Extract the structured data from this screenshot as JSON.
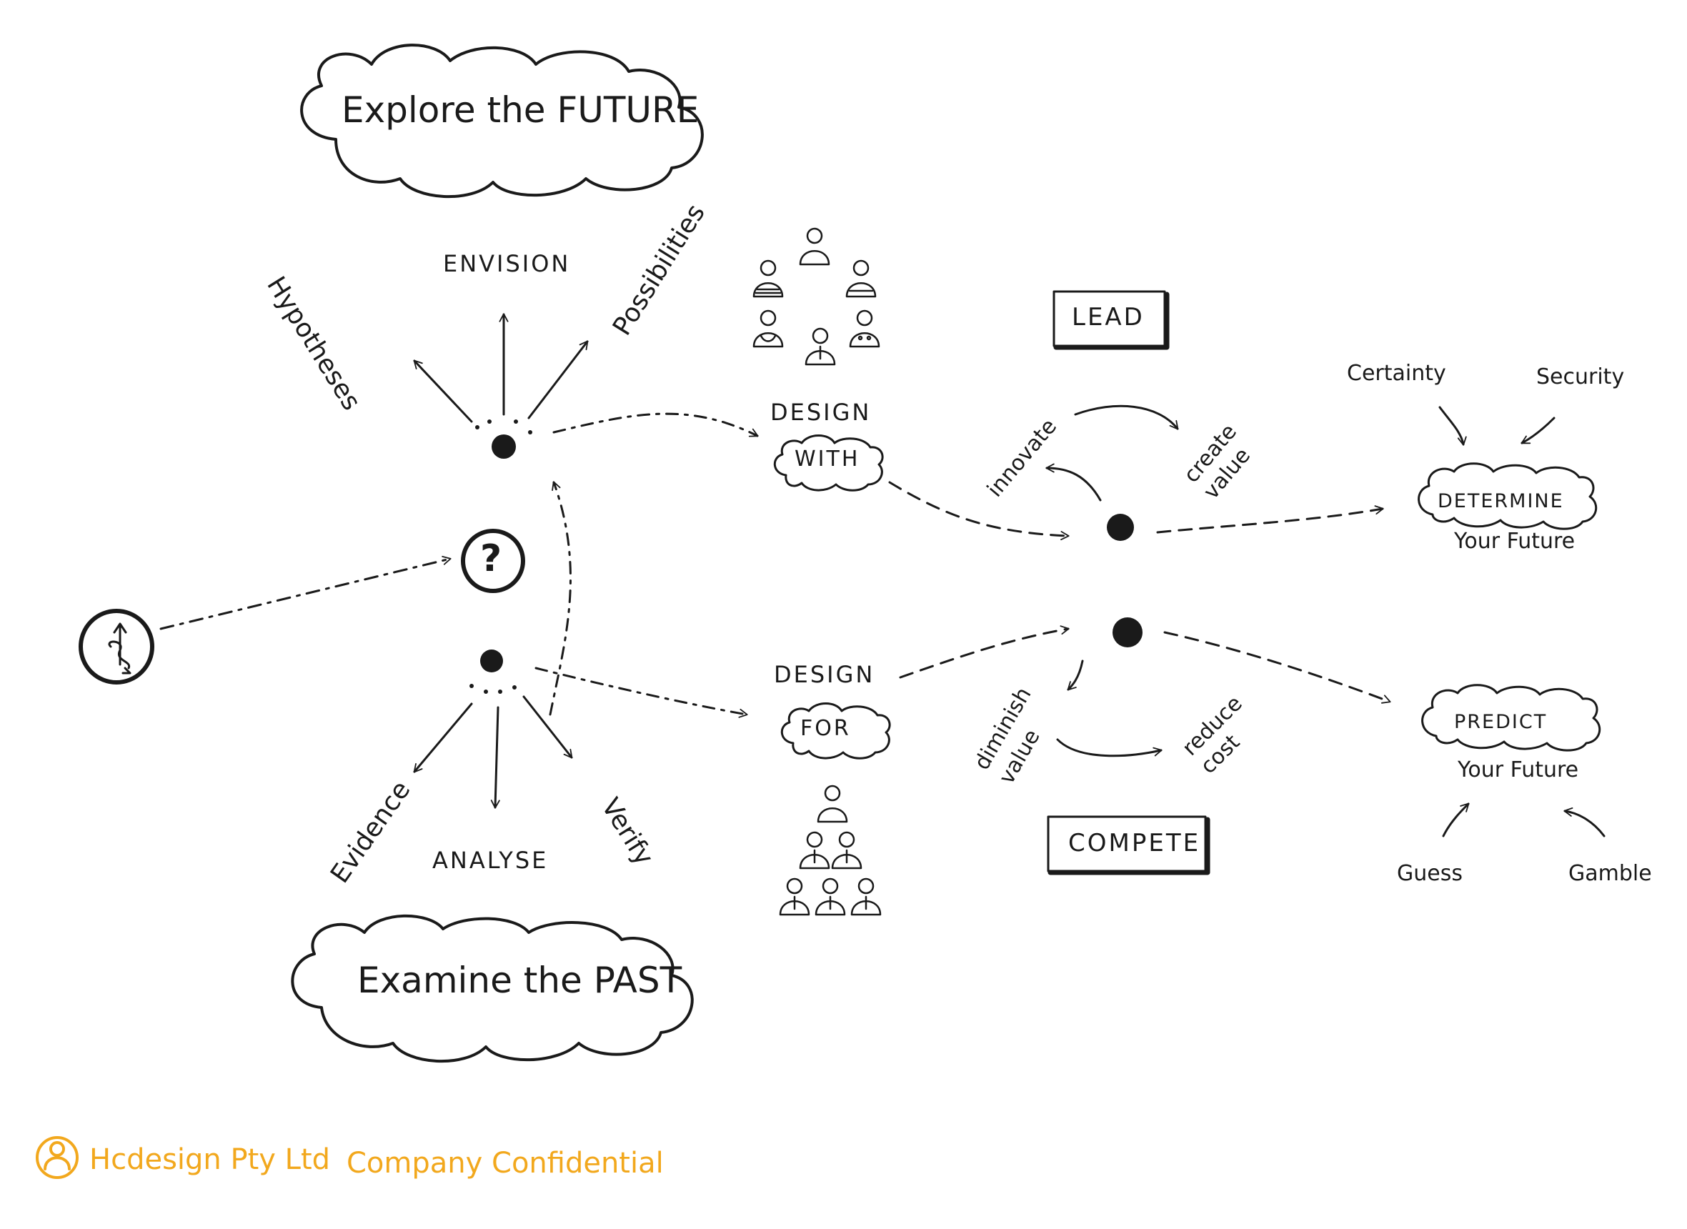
{
  "nodes": {
    "explore_future": "Explore the FUTURE",
    "examine_past": "Examine the PAST",
    "envision": "ENVISION",
    "hypotheses": "Hypotheses",
    "possibilities": "Possibilities",
    "evidence": "Evidence",
    "analyse": "ANALYSE",
    "verify": "Verify",
    "question": "?",
    "design_with_top": "DESIGN",
    "design_with_cloud": "WITH",
    "design_for_top": "DESIGN",
    "design_for_cloud": "FOR",
    "lead": "LEAD",
    "compete": "COMPETE",
    "innovate": "innovate",
    "create_value": "create value",
    "diminish_value": "diminish value",
    "reduce_cost": "reduce cost",
    "determine": "DETERMINE",
    "determine_sub": "Your Future",
    "predict": "PREDICT",
    "predict_sub": "Your Future",
    "certainty": "Certainty",
    "security": "Security",
    "guess": "Guess",
    "gamble": "Gamble"
  },
  "footer": {
    "company": "Hcdesign Pty Ltd",
    "confidential": "Company Confidential"
  },
  "colors": {
    "ink": "#1a1a1a",
    "footer": "#f2a81d"
  }
}
